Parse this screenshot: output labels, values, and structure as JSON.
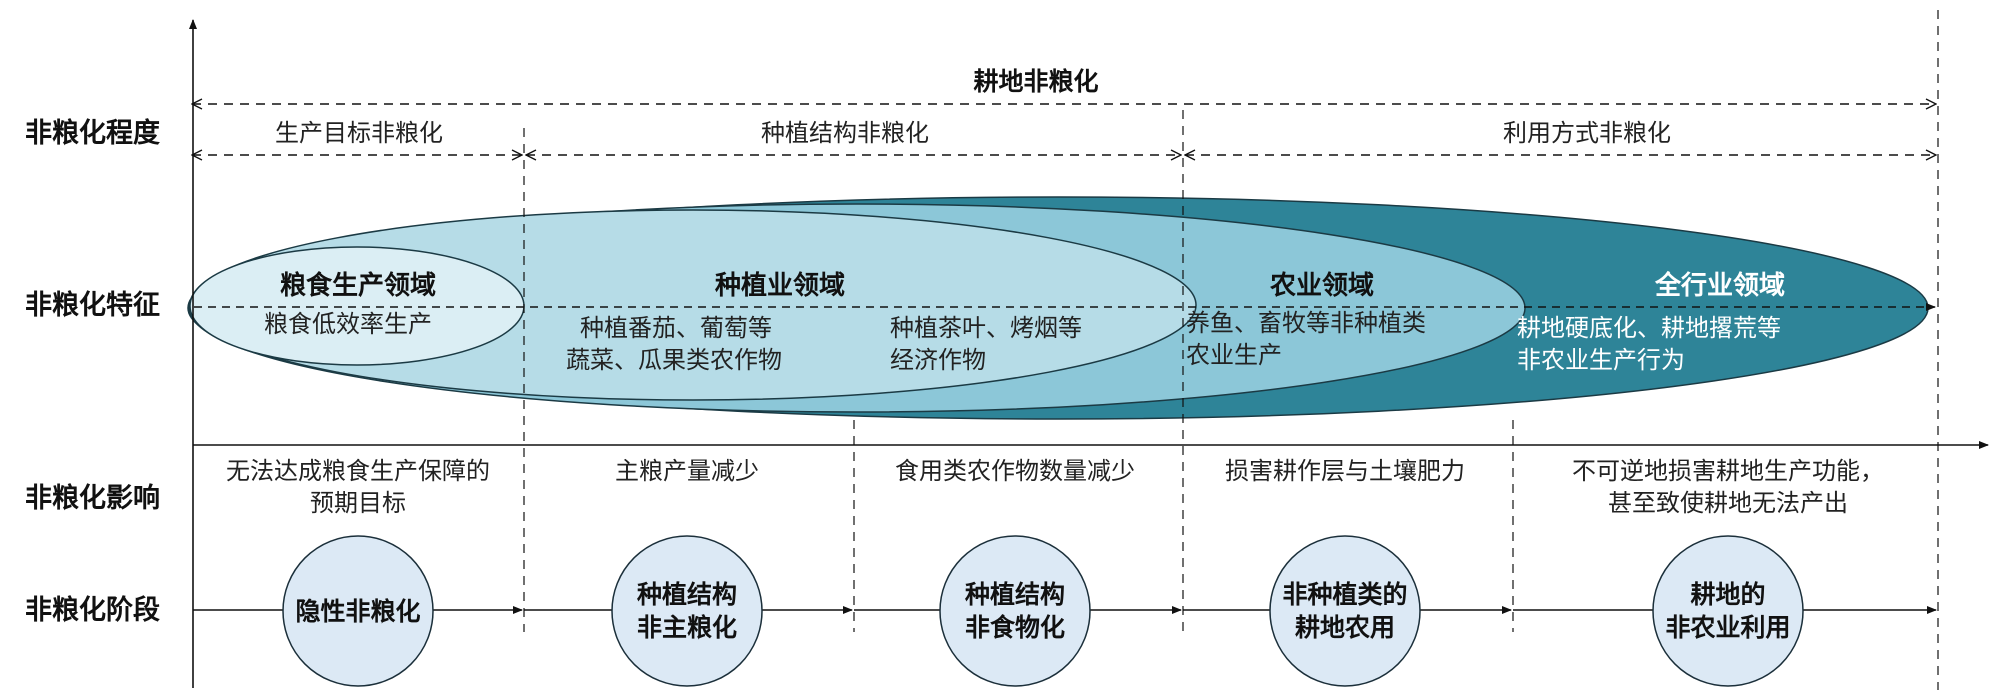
{
  "row_labels": {
    "degree": "非粮化程度",
    "feature": "非粮化特征",
    "impact": "非粮化影响",
    "stage": "非粮化阶段"
  },
  "degree": {
    "overall": "耕地非粮化",
    "ranges": [
      "生产目标非粮化",
      "种植结构非粮化",
      "利用方式非粮化"
    ]
  },
  "domains": [
    {
      "title": "粮食生产领域",
      "lines": [
        "粮食低效率生产"
      ]
    },
    {
      "title": "种植业领域",
      "groups": [
        [
          "种植番茄、葡萄等",
          "蔬菜、瓜果类农作物"
        ],
        [
          "种植茶叶、烤烟等",
          "经济作物"
        ]
      ]
    },
    {
      "title": "农业领域",
      "lines": [
        "养鱼、畜牧等非种植类",
        "农业生产"
      ]
    },
    {
      "title": "全行业领域",
      "lines": [
        "耕地硬底化、耕地撂荒等",
        "非农业生产行为"
      ]
    }
  ],
  "impacts": [
    [
      "无法达成粮食生产保障的",
      "预期目标"
    ],
    [
      "主粮产量减少"
    ],
    [
      "食用类农作物数量减少"
    ],
    [
      "损害耕作层与土壤肥力"
    ],
    [
      "不可逆地损害耕地生产功能，",
      "甚至致使耕地无法产出"
    ]
  ],
  "stages": [
    [
      "隐性非粮化"
    ],
    [
      "种植结构",
      "非主粮化"
    ],
    [
      "种植结构",
      "非食物化"
    ],
    [
      "非种植类的",
      "耕地农用"
    ],
    [
      "耕地的",
      "非农业利用"
    ]
  ],
  "colors": {
    "ellipse_outer": "#2e8498",
    "ellipse_agri": "#8cc7d8",
    "ellipse_crop": "#b6dce7",
    "ellipse_grain": "#dbeef4",
    "circle_fill": "#dce9f5",
    "line": "#111111"
  }
}
